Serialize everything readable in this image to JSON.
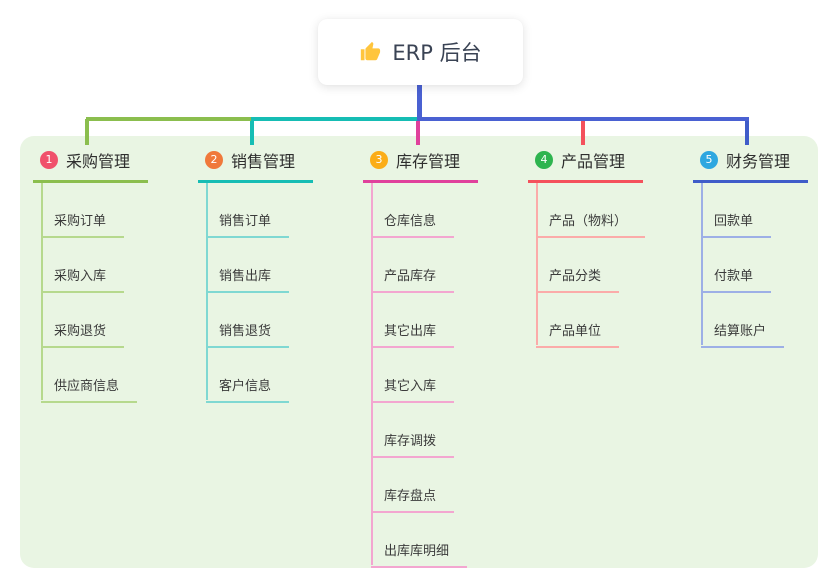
{
  "root": {
    "title": "ERP 后台",
    "icon": "thumbs-up-icon",
    "icon_color": "#FFC53D",
    "line_color": "#4A61D2"
  },
  "panel": {
    "background": "#E9F5E3"
  },
  "branches": [
    {
      "number": "1",
      "title": "采购管理",
      "badge_color": "#F0516B",
      "line_color": "#8BBE4E",
      "child_line_color": "#B6D98D",
      "children": [
        "采购订单",
        "采购入库",
        "采购退货",
        "供应商信息"
      ]
    },
    {
      "number": "2",
      "title": "销售管理",
      "badge_color": "#F0793B",
      "line_color": "#16BDB4",
      "child_line_color": "#7FD8D2",
      "children": [
        "销售订单",
        "销售出库",
        "销售退货",
        "客户信息"
      ]
    },
    {
      "number": "3",
      "title": "库存管理",
      "badge_color": "#FBAD18",
      "line_color": "#E0419C",
      "child_line_color": "#F3A6D0",
      "children": [
        "仓库信息",
        "产品库存",
        "其它出库",
        "其它入库",
        "库存调拨",
        "库存盘点",
        "出库库明细"
      ]
    },
    {
      "number": "4",
      "title": "产品管理",
      "badge_color": "#2EB44F",
      "line_color": "#F4515C",
      "child_line_color": "#FBABA9",
      "children": [
        "产品（物料）",
        "产品分类",
        "产品单位"
      ]
    },
    {
      "number": "5",
      "title": "财务管理",
      "badge_color": "#2EA7E0",
      "line_color": "#3F5CC9",
      "child_line_color": "#9DAFE6",
      "children": [
        "回款单",
        "付款单",
        "结算账户"
      ]
    }
  ]
}
